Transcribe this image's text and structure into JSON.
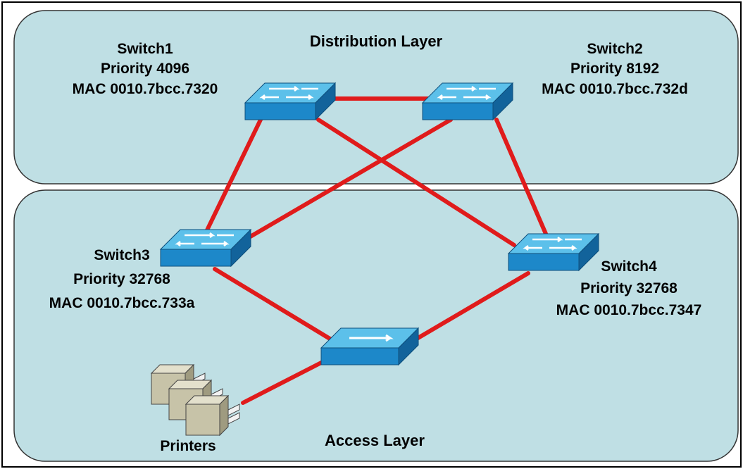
{
  "layers": {
    "distribution": "Distribution Layer",
    "access": "Access Layer"
  },
  "switches": {
    "switch1": {
      "name": "Switch1",
      "priority": "Priority 4096",
      "mac": "MAC 0010.7bcc.7320"
    },
    "switch2": {
      "name": "Switch2",
      "priority": "Priority 8192",
      "mac": "MAC 0010.7bcc.732d"
    },
    "switch3": {
      "name": "Switch3",
      "priority": "Priority 32768",
      "mac": "MAC 0010.7bcc.733a"
    },
    "switch4": {
      "name": "Switch4",
      "priority": "Priority 32768",
      "mac": "MAC 0010.7bcc.7347"
    }
  },
  "printers_label": "Printers",
  "colors": {
    "layer_fill": "#bfdfe4",
    "layer_stroke": "#333333",
    "link": "#e01b1b",
    "switch_top": "#4fb6e6",
    "switch_front": "#1d88c9",
    "switch_side": "#1466a0",
    "printer": "#c7c3a8"
  }
}
